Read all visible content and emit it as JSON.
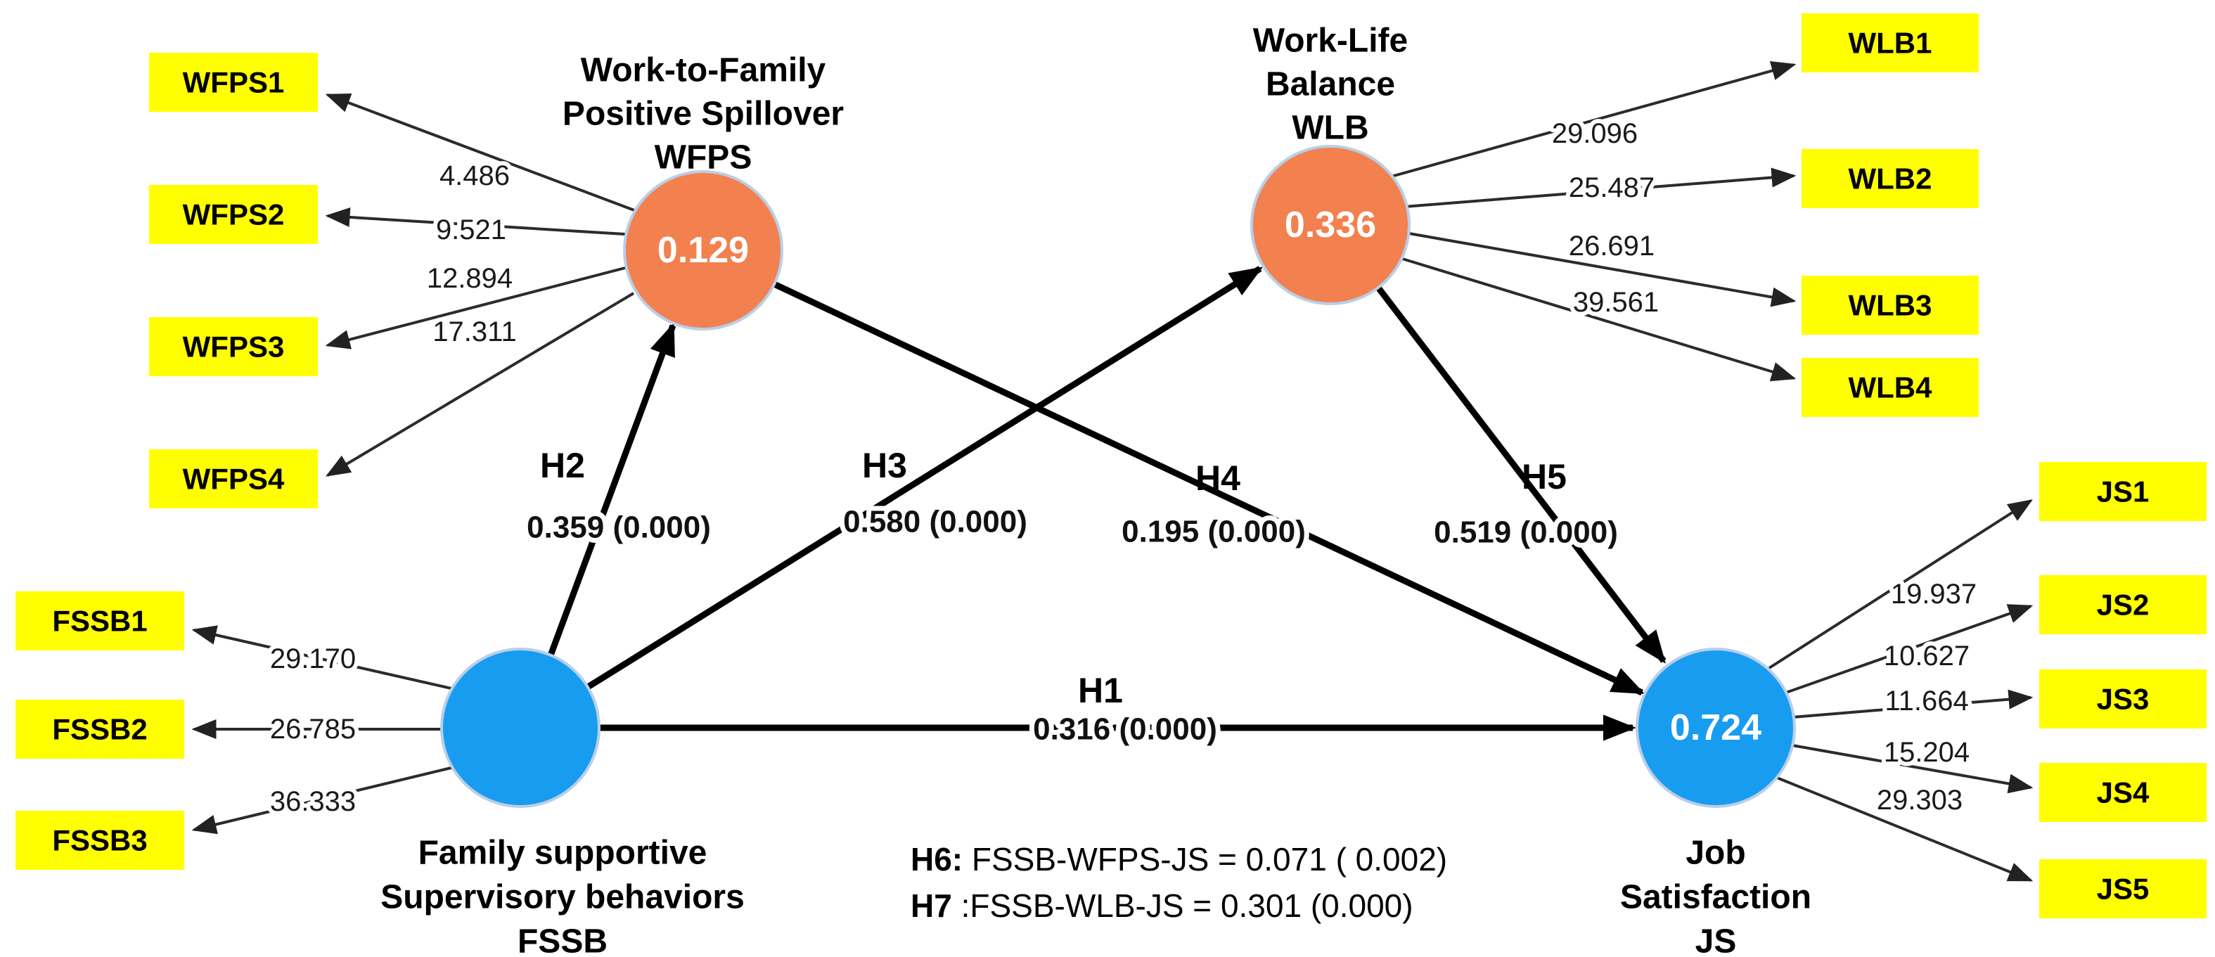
{
  "model": {
    "colors": {
      "exogenous_blue": "#189CF0",
      "endogenous_orange": "#F2814F",
      "indicator_yellow": "#FFFF00",
      "value_text": "#FFFFFF"
    },
    "constructs": {
      "wfps": {
        "title_lines": [
          "Work-to-Family",
          "Positive Spillover",
          "WFPS"
        ],
        "r_squared": "0.129"
      },
      "wlb": {
        "title_lines": [
          "Work-Life",
          "Balance",
          "WLB"
        ],
        "r_squared": "0.336"
      },
      "fssb": {
        "title_lines": [
          "Family supportive",
          "Supervisory behaviors",
          "FSSB"
        ],
        "r_squared": ""
      },
      "js": {
        "title_lines": [
          "Job",
          "Satisfaction",
          "JS"
        ],
        "r_squared": "0.724"
      }
    },
    "indicators": {
      "wfps": [
        {
          "label": "WFPS1",
          "t_value": "4.486"
        },
        {
          "label": "WFPS2",
          "t_value": "9.521"
        },
        {
          "label": "WFPS3",
          "t_value": "12.894"
        },
        {
          "label": "WFPS4",
          "t_value": "17.311"
        }
      ],
      "fssb": [
        {
          "label": "FSSB1",
          "t_value": "29.170"
        },
        {
          "label": "FSSB2",
          "t_value": "26.785"
        },
        {
          "label": "FSSB3",
          "t_value": "36.333"
        }
      ],
      "wlb": [
        {
          "label": "WLB1",
          "t_value": "29.096"
        },
        {
          "label": "WLB2",
          "t_value": "25.487"
        },
        {
          "label": "WLB3",
          "t_value": "26.691"
        },
        {
          "label": "WLB4",
          "t_value": "39.561"
        }
      ],
      "js": [
        {
          "label": "JS1",
          "t_value": "19.937"
        },
        {
          "label": "JS2",
          "t_value": "10.627"
        },
        {
          "label": "JS3",
          "t_value": "11.664"
        },
        {
          "label": "JS4",
          "t_value": "15.204"
        },
        {
          "label": "JS5",
          "t_value": "29.303"
        }
      ]
    },
    "paths": {
      "h1": {
        "id": "H1",
        "value": "0.316 (0.000)"
      },
      "h2": {
        "id": "H2",
        "value": "0.359 (0.000)"
      },
      "h3": {
        "id": "H3",
        "value": "0.580 (0.000)"
      },
      "h4": {
        "id": "H4",
        "value": "0.195 (0.000)"
      },
      "h5": {
        "id": "H5",
        "value": "0.519 (0.000)"
      }
    },
    "mediation": {
      "h6": {
        "id": "H6:",
        "text": " FSSB-WFPS-JS = 0.071 ( 0.002)"
      },
      "h7": {
        "id": "H7",
        "text": " :FSSB-WLB-JS = 0.301 (0.000)"
      }
    }
  }
}
